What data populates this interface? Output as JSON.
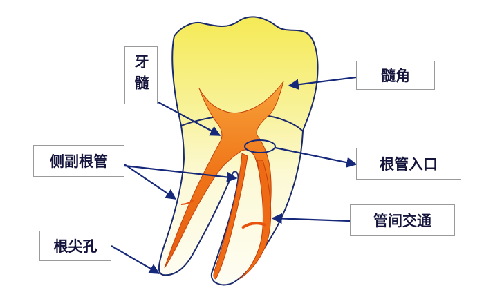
{
  "labels": {
    "pulp": "牙髓",
    "pulp_horn": "髓角",
    "lateral_canal": "侧副根管",
    "canal_orifice": "根管入口",
    "intercanal_communication": "管间交通",
    "apical_foramen": "根尖孔"
  },
  "colors": {
    "crown": "#f6ef7a",
    "root": "#fbf8d8",
    "pulp": "#f07a18",
    "canal": "#e8520f",
    "outline": "#1a2a6c",
    "arrow": "#16287a"
  }
}
